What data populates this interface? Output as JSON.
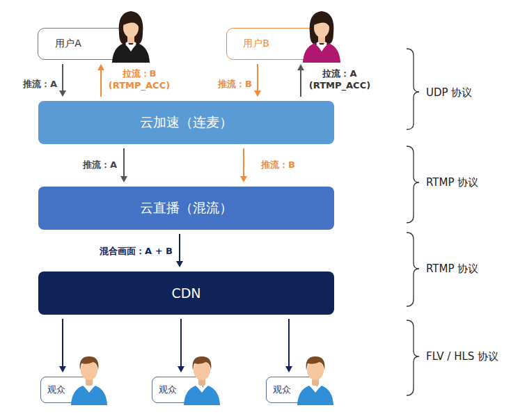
{
  "diagram": {
    "nodes": [
      {
        "text": [
          "用户A"
        ]
      },
      {
        "text": [
          "用户B"
        ]
      },
      {
        "text": [
          "云加速（连麦）"
        ]
      },
      {
        "text": [
          "云直播（混流）"
        ]
      },
      {
        "text": [
          "CDN"
        ]
      },
      {
        "text": [
          "观众"
        ]
      },
      {
        "text": [
          "观众"
        ]
      },
      {
        "text": [
          "观众"
        ]
      }
    ],
    "edges": [
      {
        "from": 0,
        "to": 2,
        "label": "推流：A",
        "arrow": "to"
      },
      {
        "from": 2,
        "to": 0,
        "label": "拉流：B (RTMP_ACC)",
        "arrow": "to"
      },
      {
        "from": 1,
        "to": 2,
        "label": "推流：B",
        "arrow": "to"
      },
      {
        "from": 2,
        "to": 1,
        "label": "拉流：A (RTMP_ACC)",
        "arrow": "to"
      },
      {
        "from": 2,
        "to": 3,
        "label": "推流：A",
        "arrow": "to"
      },
      {
        "from": 2,
        "to": 3,
        "label": "推流：B",
        "arrow": "to"
      },
      {
        "from": 3,
        "to": 4,
        "label": "混合画面：A + B",
        "arrow": "to"
      },
      {
        "from": 4,
        "to": 5,
        "arrow": "to"
      },
      {
        "from": 4,
        "to": 6,
        "arrow": "to"
      },
      {
        "from": 4,
        "to": 7,
        "arrow": "to"
      }
    ],
    "labels": [
      "UDP 协议",
      "RTMP 协议",
      "RTMP 协议",
      "FLV / HLS 协议"
    ]
  }
}
